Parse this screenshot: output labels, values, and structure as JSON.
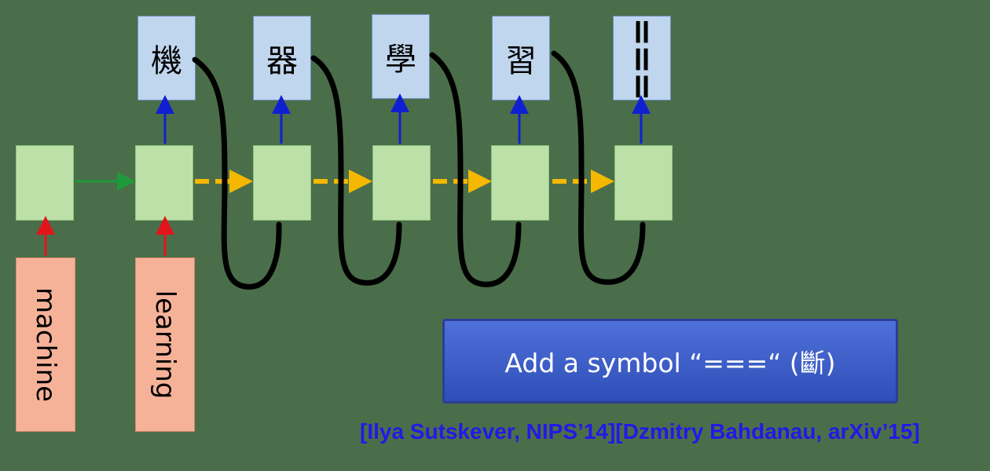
{
  "inputs": [
    {
      "word": "machine"
    },
    {
      "word": "learning"
    }
  ],
  "outputs": [
    {
      "char": "機"
    },
    {
      "char": "器"
    },
    {
      "char": "學"
    },
    {
      "char": "習"
    },
    {
      "char": "==="
    }
  ],
  "callout": {
    "text": "Add a symbol “===“ (斷)"
  },
  "citation": {
    "text": "[Ilya Sutskever, NIPS’14][Dzmitry Bahdanau, arXiv’15]"
  },
  "colors": {
    "background": "#4a6e4a",
    "rnn_cell": "#bde0a8",
    "output_box": "#c0d6ee",
    "input_box": "#f6b299",
    "arrow_input": "#e0151b",
    "arrow_output": "#1020d0",
    "arrow_encoder": "#1f9a3a",
    "arrow_decoder": "#f5b800",
    "feedback_curve": "#000000",
    "callout_fill": "#3f5fc8",
    "citation_text": "#2318e8"
  }
}
